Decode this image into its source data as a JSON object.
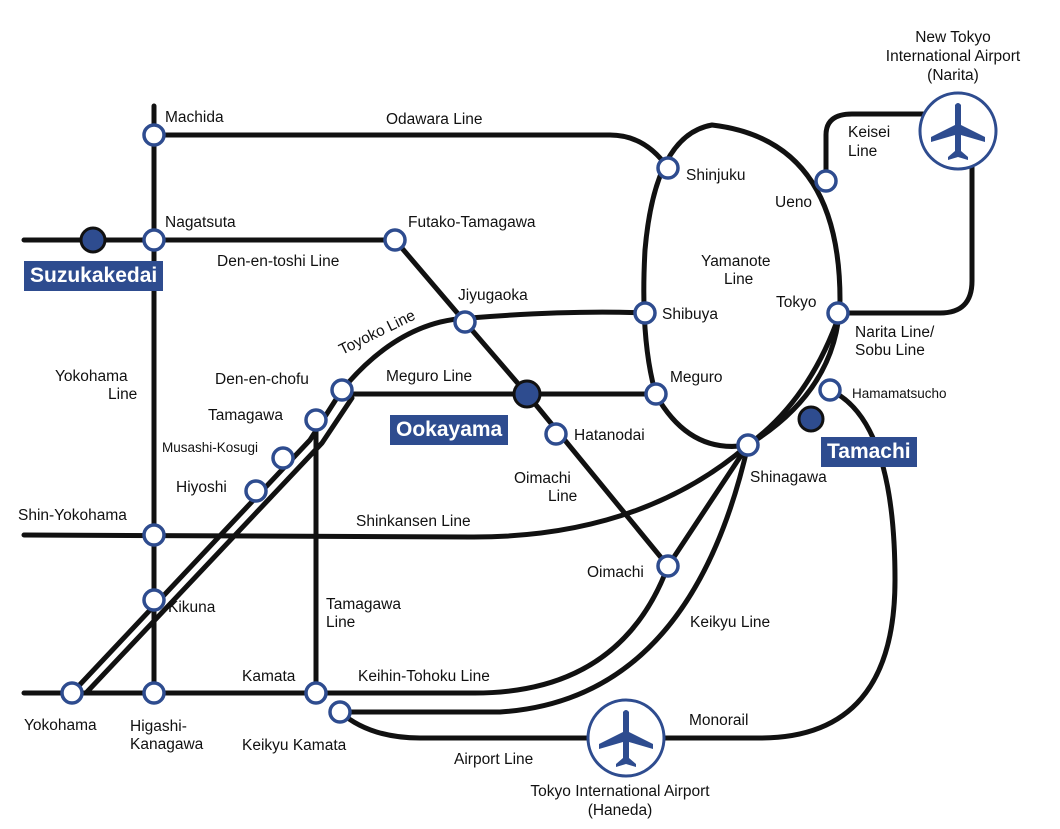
{
  "stations": {
    "machida": "Machida",
    "nagatsuta": "Nagatsuta",
    "futako_tamagawa": "Futako-Tamagawa",
    "jiyugaoka": "Jiyugaoka",
    "shibuya": "Shibuya",
    "shinjuku": "Shinjuku",
    "ueno": "Ueno",
    "tokyo": "Tokyo",
    "hamamatsucho": "Hamamatsucho",
    "shinagawa": "Shinagawa",
    "meguro": "Meguro",
    "hatanodai": "Hatanodai",
    "oimachi": "Oimachi",
    "den_en_chofu": "Den-en-chofu",
    "tamagawa": "Tamagawa",
    "musashi_kosugi": "Musashi-Kosugi",
    "hiyoshi": "Hiyoshi",
    "shin_yokohama": "Shin-Yokohama",
    "kikuna": "Kikuna",
    "kamata": "Kamata",
    "keikyu_kamata": "Keikyu Kamata",
    "yokohama": "Yokohama",
    "higashi_kanagawa_1": "Higashi-",
    "higashi_kanagawa_2": "Kanagawa"
  },
  "highlights": {
    "suzukakedai": "Suzukakedai",
    "ookayama": "Ookayama",
    "tamachi": "Tamachi"
  },
  "lines": {
    "odawara": "Odawara Line",
    "den_en_toshi": "Den-en-toshi Line",
    "toyoko": "Toyoko Line",
    "meguro": "Meguro Line",
    "yamanote_1": "Yamanote",
    "yamanote_2": "Line",
    "keisei_1": "Keisei",
    "keisei_2": "Line",
    "narita_sobu_1": "Narita Line/",
    "narita_sobu_2": "Sobu Line",
    "yokohama_1": "Yokohama",
    "yokohama_2": "Line",
    "oimachi_1": "Oimachi",
    "oimachi_2": "Line",
    "shinkansen": "Shinkansen Line",
    "tamagawa_1": "Tamagawa",
    "tamagawa_2": "Line",
    "keikyu": "Keikyu Line",
    "keihin_tohoku": "Keihin-Tohoku Line",
    "monorail": "Monorail",
    "airport": "Airport Line"
  },
  "airports": {
    "narita_1": "New Tokyo",
    "narita_2": "International Airport",
    "narita_3": "(Narita)",
    "haneda_1": "Tokyo International Airport",
    "haneda_2": "(Haneda)"
  },
  "colors": {
    "route": "#111111",
    "station_ring": "#2e4c8f",
    "highlight": "#2e4c8f"
  },
  "icons": [
    "airplane-icon"
  ]
}
